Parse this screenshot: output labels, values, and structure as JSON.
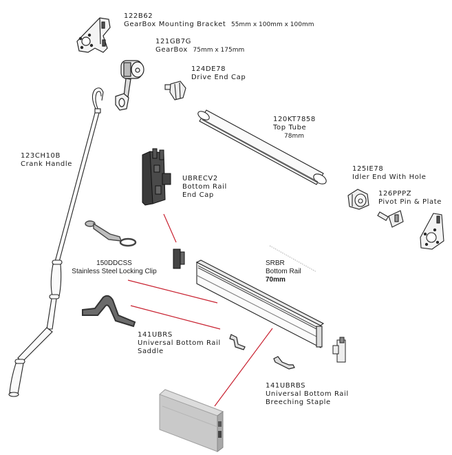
{
  "diagram": {
    "type": "exploded-parts-diagram",
    "accent_color": "#c8202f",
    "parts": [
      {
        "code": "122B62",
        "name": "GearBox  Mounting  Bracket",
        "dims": "55mm x 100mm x 100mm"
      },
      {
        "code": "121GB7G",
        "name": "GearBox",
        "dims": "75mm x 175mm"
      },
      {
        "code": "124DE78",
        "name": "Drive  End  Cap"
      },
      {
        "code": "120KT7858",
        "name": "Top  Tube",
        "dims": "78mm"
      },
      {
        "code": "123CH10B",
        "name": "Crank  Handle"
      },
      {
        "code": "UBRECV2",
        "name": "Bottom  Rail",
        "name2": "End  Cap"
      },
      {
        "code": "125IE78",
        "name": "Idler  End  With  Hole"
      },
      {
        "code": "126PPPZ",
        "name": "Pivot  Pin  &  Plate"
      },
      {
        "code": "150DDCSS",
        "name": "Stainless Steel Locking Clip"
      },
      {
        "code": "SRBR",
        "name": "Bottom  Rail",
        "dims": "70mm"
      },
      {
        "code": "141UBRS",
        "name": "Universal  Bottom  Rail",
        "name2": "Saddle"
      },
      {
        "code": "141UBRBS",
        "name": "Universal  Bottom  Rail",
        "name2": "Breeching  Staple"
      }
    ]
  }
}
